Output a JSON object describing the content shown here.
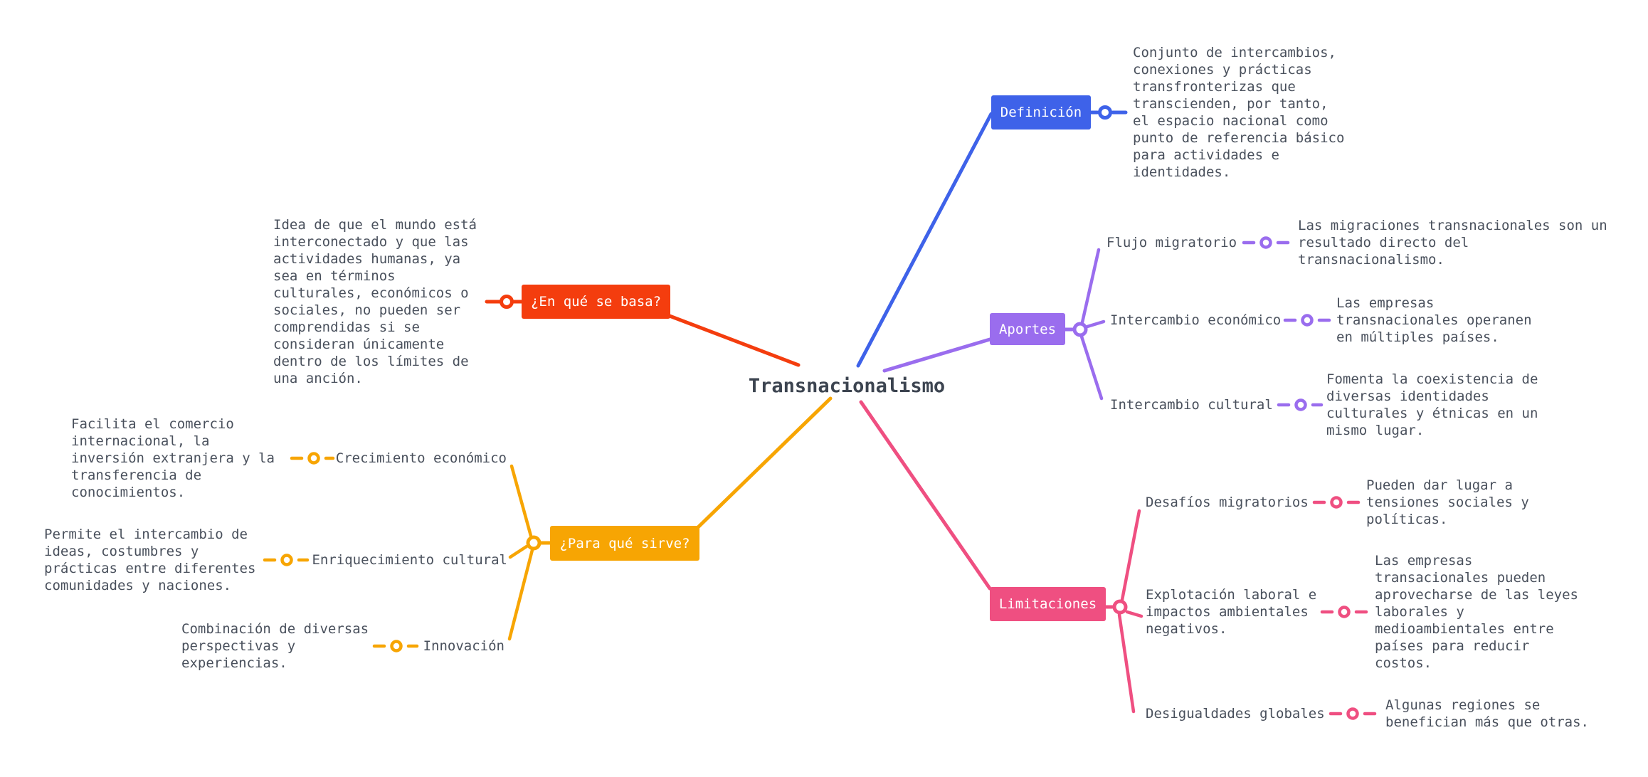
{
  "title": "Transnacionalismo",
  "colors": {
    "definicion": "#3E62E9",
    "aportes": "#9A6DEE",
    "limitaciones": "#EF4F81",
    "basa": "#F43D0E",
    "sirve": "#F7A503",
    "text": "#49505C",
    "title_text": "#3C4450",
    "bg": "#FFFFFF"
  },
  "branches": {
    "definicion": {
      "label": "Definición",
      "description": "Conjunto de intercambios,\nconexiones y prácticas\ntransfronterizas que\ntranscienden, por tanto,\nel espacio nacional como\npunto de referencia básico\npara actividades e\nidentidades."
    },
    "basa": {
      "label": "¿En qué se basa?",
      "description": "Idea de que el mundo está\ninterconectado y que las\nactividades humanas, ya\nsea en términos\nculturales, económicos o\nsociales, no pueden ser\ncomprendidas si se\nconsideran únicamente\ndentro de los límites de\nuna anción."
    },
    "aportes": {
      "label": "Aportes",
      "children": [
        {
          "label": "Flujo migratorio",
          "description": "Las migraciones transnacionales son un\nresultado directo del\ntransnacionalismo."
        },
        {
          "label": "Intercambio económico",
          "description": "Las empresas\ntransnacionales operanen\nen múltiples países."
        },
        {
          "label": "Intercambio cultural",
          "description": "Fomenta la coexistencia de\ndiversas identidades\nculturales y étnicas en un\nmismo lugar."
        }
      ]
    },
    "sirve": {
      "label": "¿Para qué sirve?",
      "children": [
        {
          "label": "Crecimiento económico",
          "description": "Facilita el comercio\ninternacional, la\ninversión extranjera y la\ntransferencia de\nconocimientos."
        },
        {
          "label": "Enriquecimiento cultural",
          "description": "Permite el intercambio de\nideas, costumbres y\nprácticas entre diferentes\ncomunidades y naciones."
        },
        {
          "label": "Innovación",
          "description": "Combinación de diversas\nperspectivas y\nexperiencias."
        }
      ]
    },
    "limitaciones": {
      "label": "Limitaciones",
      "children": [
        {
          "label": "Desafíos migratorios",
          "description": "Pueden dar lugar a\ntensiones sociales y\npolíticas."
        },
        {
          "label": "Explotación laboral e\nimpactos ambientales\nnegativos.",
          "description": "Las empresas\ntransacionales pueden\naprovecharse de las leyes\nlaborales y\nmedioambientales entre\npaíses para reducir\ncostos."
        },
        {
          "label": "Desigualdades globales",
          "description": "Algunas regiones se\nbenefician más que otras."
        }
      ]
    }
  }
}
